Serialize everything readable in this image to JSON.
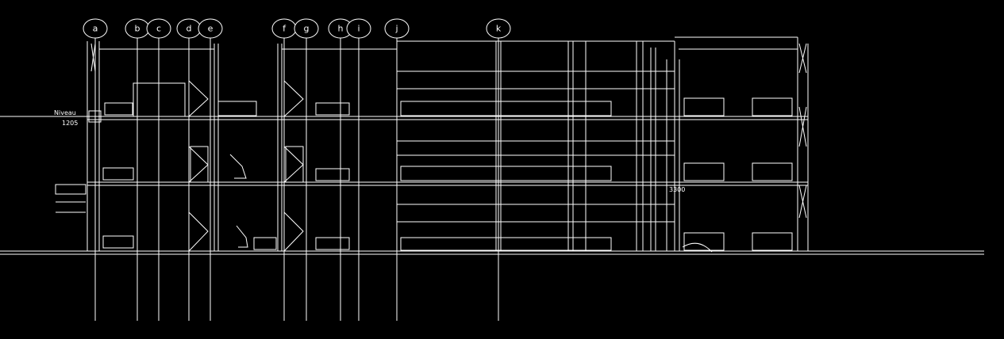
{
  "drawing": {
    "line_color": "#ffffff",
    "background_color": "#000000",
    "grid_labels": [
      "a",
      "b",
      "c",
      "d",
      "e",
      "f",
      "g",
      "h",
      "i",
      "j",
      "k"
    ],
    "annotations": {
      "left_level_upper": "Niveau",
      "left_level_lower": "1205",
      "mid_level": "3300"
    }
  }
}
